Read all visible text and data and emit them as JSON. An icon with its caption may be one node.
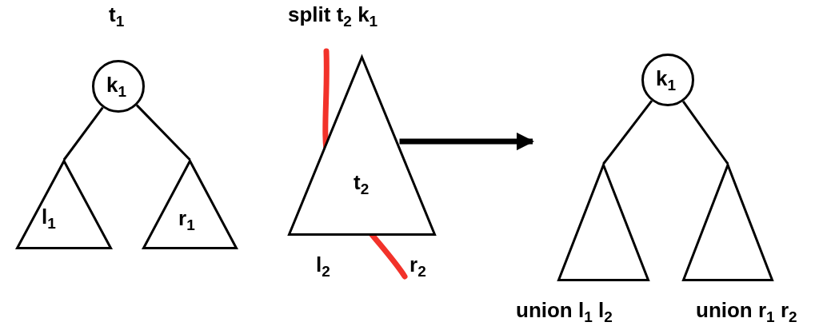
{
  "diagram": {
    "nodes": [
      {
        "text": [
          "k$_{1}$"
        ]
      },
      {
        "text": [
          "l$_{1}$"
        ]
      },
      {
        "text": [
          "r$_{1}$"
        ]
      },
      {
        "text": [
          "t$_{2}$"
        ]
      },
      {
        "text": [
          "k$_{1}$"
        ]
      },
      {
        "text": [],
        "shape": "triangle",
        "beside": [
          "union l$_{1}$ l$_{2}$"
        ]
      },
      {
        "text": [],
        "shape": "triangle",
        "beside": [
          "union r$_{1}$ r$_{2}$"
        ]
      }
    ],
    "edges": [
      {
        "from": 0,
        "to": 1,
        "arrow": "none"
      },
      {
        "from": 0,
        "to": 2,
        "arrow": "none"
      },
      {
        "from": 3,
        "to": null,
        "arrow": "to",
        "style": "thick"
      },
      {
        "from": 4,
        "to": 5,
        "arrow": "none"
      },
      {
        "from": 4,
        "to": 6,
        "arrow": "none"
      }
    ],
    "labels": [
      "t$_{1}$",
      "split t$_{2}$ k$_{1}$",
      "l$_{2}$",
      "r$_{2}$"
    ]
  }
}
